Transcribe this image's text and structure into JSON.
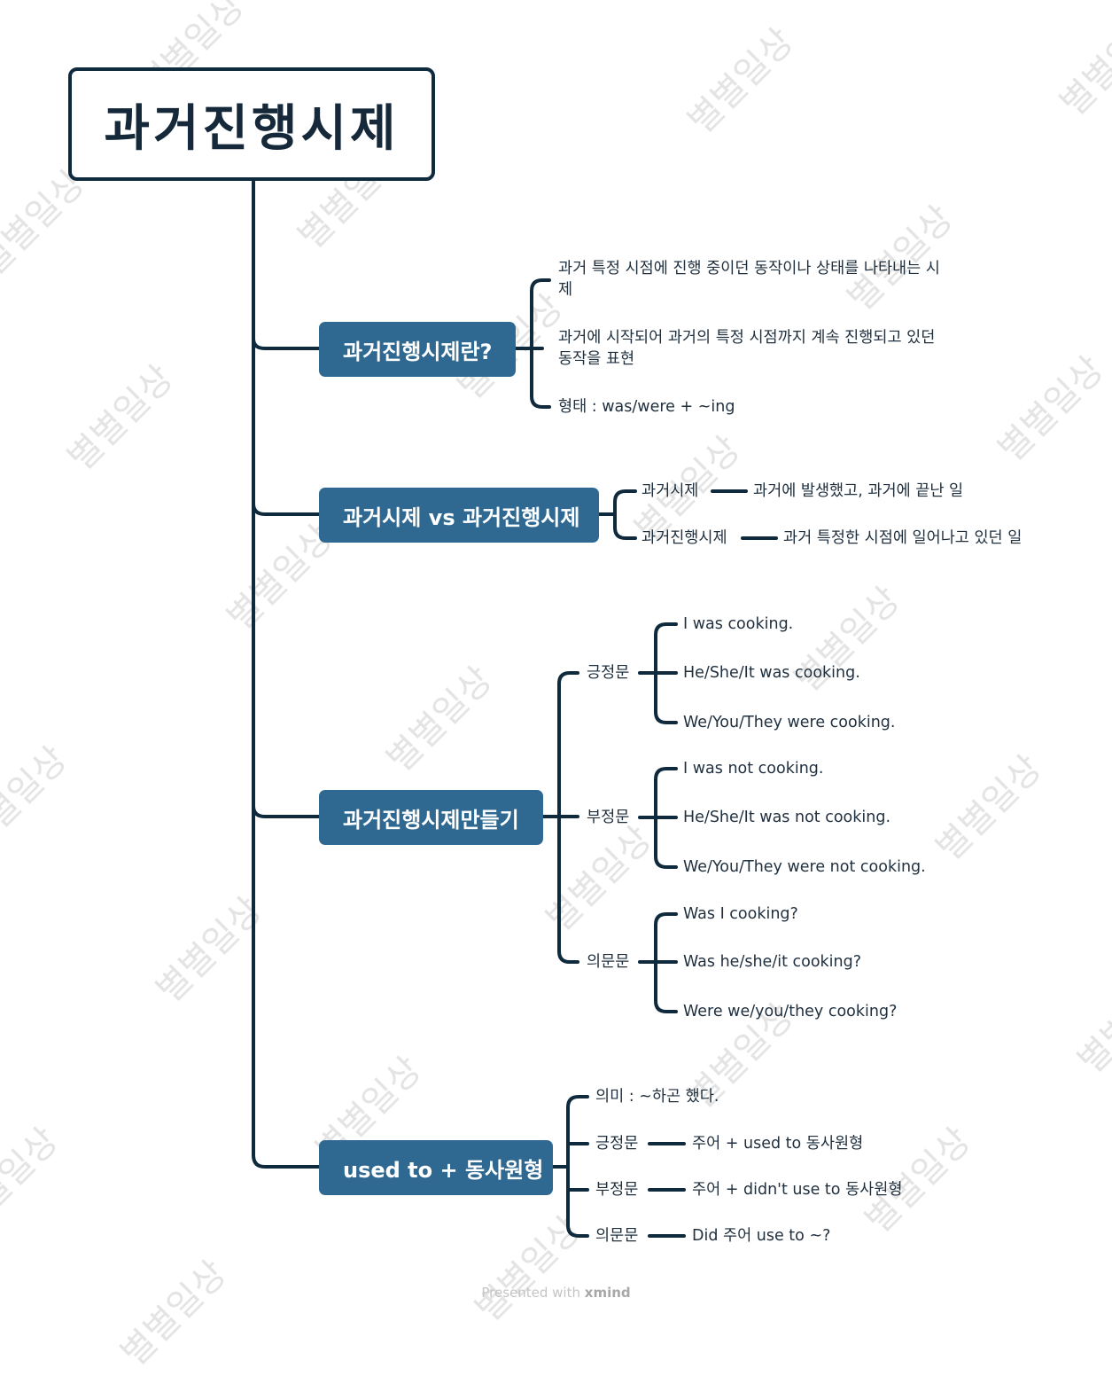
{
  "root": {
    "title": "과거진행시제"
  },
  "topic1": {
    "label": "과거진행시제란?",
    "items": [
      "과거 특정 시점에 진행 중이던 동작이나 상태를 나타내는 시제",
      "과거에 시작되어 과거의 특정 시점까지 계속 진행되고 있던 동작을 표현",
      "형태 : was/were + ~ing"
    ]
  },
  "topic2": {
    "label": "과거시제 vs 과거진행시제",
    "rows": [
      {
        "term": "과거시제",
        "desc": "과거에 발생했고, 과거에 끝난 일"
      },
      {
        "term": "과거진행시제",
        "desc": "과거 특정한 시점에 일어나고 있던 일"
      }
    ]
  },
  "topic3": {
    "label": "과거진행시제만들기",
    "groups": [
      {
        "name": "긍정문",
        "items": [
          "I was cooking.",
          "He/She/It was cooking.",
          "We/You/They were cooking."
        ]
      },
      {
        "name": "부정문",
        "items": [
          "I was not cooking.",
          "He/She/It was not cooking.",
          "We/You/They were not cooking."
        ]
      },
      {
        "name": "의문문",
        "items": [
          "Was I cooking?",
          "Was he/she/it cooking?",
          "Were we/you/they cooking?"
        ]
      }
    ]
  },
  "topic4": {
    "label": "used to + 동사원형",
    "meaning": "의미 : ~하곤 했다.",
    "rows": [
      {
        "term": "긍정문",
        "desc": "주어 + used to 동사원형"
      },
      {
        "term": "부정문",
        "desc": "주어 + didn't use to 동사원형"
      },
      {
        "term": "의문문",
        "desc": "Did 주어 use to ~?"
      }
    ]
  },
  "watermark": "별별일상",
  "footer": {
    "prefix": "Presented with",
    "brand": "xmind"
  },
  "colors": {
    "topic_bg": "#2f6891",
    "line": "#0f2a3d",
    "root_border": "#0f2a3d"
  }
}
